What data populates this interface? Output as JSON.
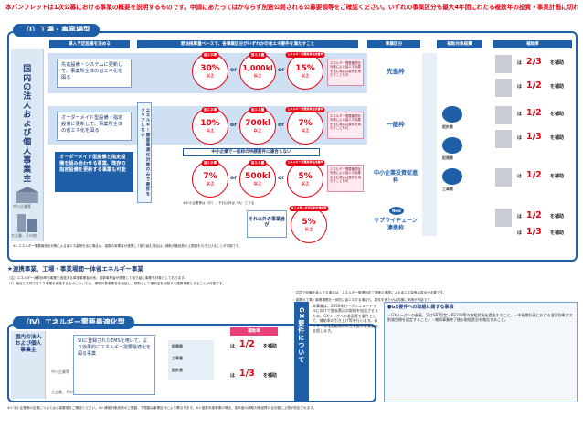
{
  "notice": "本パンフレットは1次公募における事業の概要を説明するものです。申請にあたってはかならず別途公開される公募要領等をご確認ください。いずれの事業区分も最大4年間にわたる複数年の投資・事業計画に切れ目なく対応しています。",
  "section1": {
    "title": "（Ⅰ）工場・事業場型",
    "headers": {
      "equipment": "導入予定設備を決める",
      "criteria": "原油換算量ベースで、各事業区分がいずれかの省エネ要件を満たすこと",
      "category": "事業区分",
      "subsidy_target": "補助対象経費",
      "rate": "補助率"
    },
    "left_label": "国内の法人および個人事業主",
    "sme_label": "中小企業等",
    "large_label": "大企業、その他",
    "boxes": {
      "advanced": "先進設備・システムに更新して、事業所全体の省エネ化を図る",
      "order": "オーダーメイド型設備・指定設備に更新して、事業所全体の省エネ化を図る",
      "order_blue": "オーダーメイド型設備と指定設備を組み合わせる事業、既存の指定設備を更新する事業も可能"
    },
    "vertical_note": "エネルギー需要最適化対策のみで要件をクリアしない",
    "mid_band": "中小企業で一般枠の申請要件に適合しない",
    "circle_labels": {
      "rate_label": "省エネ率",
      "amount_label": "省エネ量",
      "intensity_label": "エネルギー消費原単位改善率",
      "suffix": "以上"
    },
    "row1": {
      "rate": "30%",
      "amount": "1,000kl",
      "intensity": "15%"
    },
    "row2": {
      "rate": "10%",
      "amount": "700kl",
      "intensity": "7%"
    },
    "row3": {
      "rate": "7%",
      "amount": "500kl",
      "intensity": "5%"
    },
    "row4_circle": {
      "label": "省エネ率＋非化石割合増加率",
      "value": "5%"
    },
    "or_text": "or",
    "note_small": "エネルギー需要最適化対策による省エネ効果を含む場合は要件を満たすことも可",
    "footnote_sme": "※中小企業等は〔中〕、それ以外は〔大〕とする",
    "other_text": "それ以外の事業者が",
    "categories": {
      "advanced": "先進枠",
      "general": "一般枠",
      "sme": "中小企業投資促進枠",
      "supply": "サプライチェーン連携枠",
      "new_badge": "New"
    },
    "subsidy_items": {
      "design": "設計費",
      "equipment": "設備費",
      "construction": "工事費"
    },
    "rates": [
      {
        "value": "2/3",
        "suffix": "を補助"
      },
      {
        "value": "1/2",
        "suffix": "を補助"
      },
      {
        "value": "1/2",
        "suffix": "を補助"
      },
      {
        "value": "1/3",
        "suffix": "を補助"
      },
      {
        "value": "1/2",
        "suffix": "を補助"
      },
      {
        "value": "1/2",
        "suffix": "を補助"
      },
      {
        "value": "1/3",
        "suffix": "を補助"
      }
    ],
    "wa": "は",
    "footer_note": "※1 エネルギー需要最適化対策による省エネ量等を含む場合は、複数の事業者が連携して取り組む場合は、補助対象経費の上限額を引き上げることが可能です。"
  },
  "middle": {
    "title": "★連携事業、工場・事業場間一体省エネルギー事業",
    "text1": "（注）エネルギー消費効率化事業を実施する単独事業者の他、複数事業者が連携して取り組む事業も対象としております。",
    "text2": "（1）他社と共同で省エネ事業を実施するものについては、補助対象事業者を追加し、原則として補助金を分配する連携事業とすることが可能です。",
    "text3": "・共同で設備を導入する場合は、エネルギー管理指定工場等の連携による省エネ量等の算出が必要です。",
    "text4": "・複数の工場・事業場間を一体的に省エネする場合も、要件を満たせば同様に申請が可能です。"
  },
  "section2": {
    "title": "（Ⅳ）エネルギー需要最適化型",
    "left_label": "国内の法人および個人事業主",
    "sme_label": "中小企業等",
    "large_label": "大企業、その他",
    "box_text": "SIIに登録されたEMSを用いて、より効果的にエネルギー需要最適化を図る事業",
    "rate_header": "補助率",
    "rates": [
      {
        "value": "1/2",
        "suffix": "を補助"
      },
      {
        "value": "1/3",
        "suffix": "を補助"
      }
    ],
    "wa": "は",
    "items": {
      "design": "設計費",
      "equipment": "設備費",
      "construction": "工事費"
    },
    "gx_label": "GX要件について",
    "gx_text": "本事業は、2050年カーボンニュートラルに向けて脱炭素化の取組を加速させるため、GXリーグへの参画等を要件として、補助率の引き上げ等を行います。省エネ・非化石転換の両立を図る事業者を支援します。",
    "right_title": "●GX要件への取組に関する事項",
    "right_text": "・GXリーグへの参画、又はSBT認定・RE100等の取組状況を提出すること。・中長期計画における温室効果ガス削減目標を設定すること。・補助事業終了後も取組状況を報告すること。"
  },
  "bottom_notes": "※1 中小企業等の定義については公募要領をご確認ください。※2 補助対象経費の上限額、下限額は事業区分により異なります。※3 複数年度事業の場合、各年度の補助対象経費の合計額に上限が設定されます。"
}
